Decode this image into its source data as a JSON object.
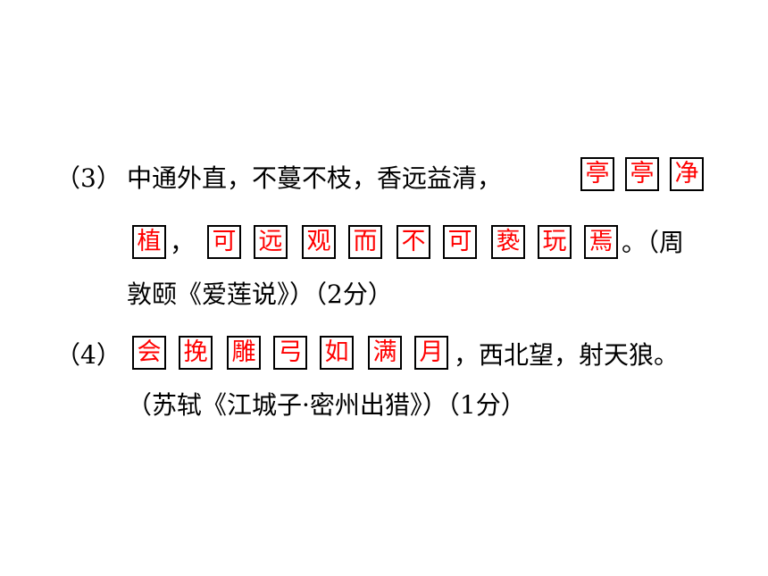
{
  "q3": {
    "number": "（3）",
    "line1_text": "中通外直，不蔓不枝，香远益清，",
    "answer_a": [
      "亭",
      "亭",
      "净",
      "植"
    ],
    "comma": "，",
    "answer_b": [
      "可",
      "远",
      "观",
      "而",
      "不",
      "可",
      "亵",
      "玩",
      "焉"
    ],
    "after_b": "。（周",
    "source_line": "敦颐《爱莲说》）（2分）"
  },
  "q4": {
    "number": "（4）",
    "answer": [
      "会",
      "挽",
      "雕",
      "弓",
      "如",
      "满",
      "月"
    ],
    "after_answer": "，西北望，射天狼。",
    "source_line": "（苏轼《江城子·密州出猎》）（1分）"
  },
  "colors": {
    "answer_text": "#ff0000",
    "box_border": "#000000",
    "text": "#000000"
  }
}
